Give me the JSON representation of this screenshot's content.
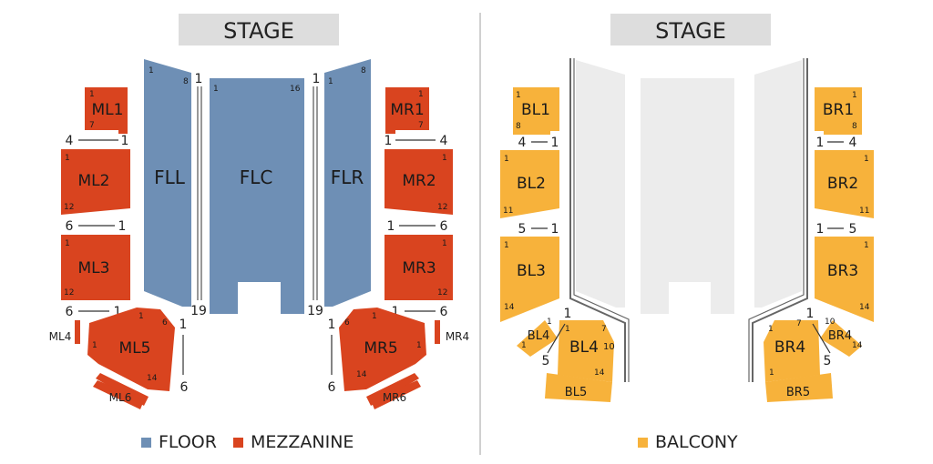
{
  "colors": {
    "floor": "#6e8fb5",
    "mezzanine": "#d9441f",
    "balcony": "#f7b23b",
    "stage_bg": "#dddddd",
    "gray_area": "#ececec",
    "divider": "#d0d0d0",
    "text": "#222222"
  },
  "stage_left": "STAGE",
  "stage_right": "STAGE",
  "floor": {
    "fll": {
      "label": "FLL",
      "first": "1",
      "last": "8"
    },
    "flc": {
      "label": "FLC",
      "first": "1",
      "last": "16"
    },
    "flr": {
      "label": "FLR",
      "first": "1",
      "last": "8"
    },
    "rows": {
      "front_left": "1",
      "front_right": "1",
      "back_left": "19",
      "back_right": "19"
    }
  },
  "mezzanine": {
    "ml1": {
      "label": "ML1",
      "a": "1",
      "b": "7"
    },
    "ml2": {
      "label": "ML2",
      "a": "1",
      "b": "12"
    },
    "ml3": {
      "label": "ML3",
      "a": "1",
      "b": "12"
    },
    "ml4": {
      "label": "ML4"
    },
    "ml5": {
      "label": "ML5",
      "a": "1",
      "b": "6",
      "c": "1",
      "d": "14"
    },
    "ml6": {
      "label": "ML6"
    },
    "mr1": {
      "label": "MR1",
      "a": "1",
      "b": "7"
    },
    "mr2": {
      "label": "MR2",
      "a": "1",
      "b": "12"
    },
    "mr3": {
      "label": "MR3",
      "a": "1",
      "b": "12"
    },
    "mr4": {
      "label": "MR4"
    },
    "mr5": {
      "label": "MR5",
      "a": "6",
      "b": "1",
      "c": "1",
      "d": "14"
    },
    "mr6": {
      "label": "MR6"
    },
    "rows_left": [
      {
        "a": "4",
        "b": "1"
      },
      {
        "a": "6",
        "b": "1"
      },
      {
        "a": "6",
        "b": "1"
      }
    ],
    "rows_right": [
      {
        "a": "1",
        "b": "4"
      },
      {
        "a": "1",
        "b": "6"
      },
      {
        "a": "1",
        "b": "6"
      }
    ],
    "side_left": {
      "a": "1",
      "b": "6"
    },
    "side_right": {
      "a": "1",
      "b": "6"
    }
  },
  "balcony": {
    "bl1": {
      "label": "BL1",
      "a": "1",
      "b": "8"
    },
    "bl2": {
      "label": "BL2",
      "a": "1",
      "b": "11"
    },
    "bl3": {
      "label": "BL3",
      "a": "1",
      "b": "14"
    },
    "bl4_small": {
      "label": "BL4",
      "a": "1",
      "b": "1"
    },
    "bl4": {
      "label": "BL4",
      "a": "1",
      "b": "7",
      "c": "10",
      "d": "14"
    },
    "bl5": {
      "label": "BL5"
    },
    "br1": {
      "label": "BR1",
      "a": "1",
      "b": "8"
    },
    "br2": {
      "label": "BR2",
      "a": "1",
      "b": "11"
    },
    "br3": {
      "label": "BR3",
      "a": "1",
      "b": "14"
    },
    "br4_small": {
      "label": "BR4",
      "a": "10",
      "b": "14"
    },
    "br4": {
      "label": "BR4",
      "a": "1",
      "b": "7",
      "c": "1"
    },
    "br5": {
      "label": "BR5"
    },
    "rows_left": [
      {
        "a": "4",
        "b": "1"
      },
      {
        "a": "5",
        "b": "1"
      }
    ],
    "rows_right": [
      {
        "a": "1",
        "b": "4"
      },
      {
        "a": "1",
        "b": "5"
      }
    ],
    "side_left": {
      "a": "1",
      "b": "5"
    },
    "side_right": {
      "a": "1",
      "b": "5"
    }
  },
  "legend": {
    "floor": "FLOOR",
    "mezzanine": "MEZZANINE",
    "balcony": "BALCONY"
  }
}
